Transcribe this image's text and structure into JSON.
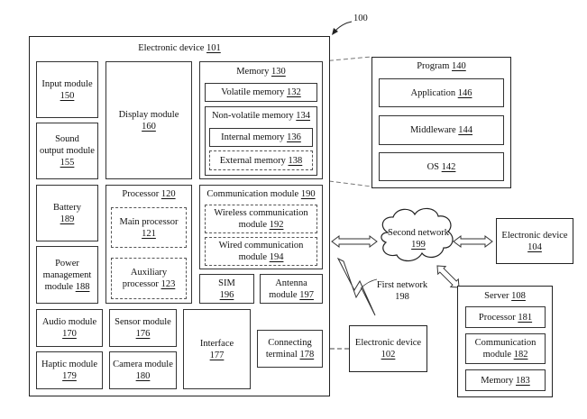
{
  "figure_ref": "100",
  "device": {
    "name": "Electronic device",
    "num": "101",
    "input": {
      "name": "Input module",
      "num": "150"
    },
    "sound": {
      "name1": "Sound",
      "name2": "output module",
      "num": "155"
    },
    "display": {
      "name": "Display module",
      "num": "160"
    },
    "memory": {
      "name": "Memory",
      "num": "130",
      "volatile": {
        "name": "Volatile memory",
        "num": "132"
      },
      "nonvolatile": {
        "name": "Non-volatile memory",
        "num": "134"
      },
      "internal": {
        "name": "Internal memory",
        "num": "136"
      },
      "external": {
        "name": "External memory",
        "num": "138"
      }
    },
    "battery": {
      "name": "Battery",
      "num": "189"
    },
    "power": {
      "name1": "Power",
      "name2": "management",
      "name3": "module",
      "num": "188"
    },
    "processor": {
      "name": "Processor",
      "num": "120",
      "main": {
        "name": "Main processor",
        "num": "121"
      },
      "aux": {
        "name1": "Auxiliary",
        "name2": "processor",
        "num": "123"
      }
    },
    "comm": {
      "name": "Communication module",
      "num": "190",
      "wireless": {
        "name1": "Wireless communication",
        "name2": "module",
        "num": "192"
      },
      "wired": {
        "name1": "Wired communication",
        "name2": "module",
        "num": "194"
      }
    },
    "sim": {
      "name": "SIM",
      "num": "196"
    },
    "antenna": {
      "name1": "Antenna",
      "name2": "module",
      "num": "197"
    },
    "audio": {
      "name": "Audio module",
      "num": "170"
    },
    "sensor": {
      "name": "Sensor module",
      "num": "176"
    },
    "haptic": {
      "name": "Haptic module",
      "num": "179"
    },
    "camera": {
      "name": "Camera module",
      "num": "180"
    },
    "interface": {
      "name": "Interface",
      "num": "177"
    },
    "connecting": {
      "name1": "Connecting",
      "name2": "terminal",
      "num": "178"
    }
  },
  "program": {
    "name": "Program",
    "num": "140",
    "application": {
      "name": "Application",
      "num": "146"
    },
    "middleware": {
      "name": "Middleware",
      "num": "144"
    },
    "os": {
      "name": "OS",
      "num": "142"
    }
  },
  "second_network": {
    "name": "Second network",
    "num": "199"
  },
  "first_network": {
    "name": "First network",
    "num": "198"
  },
  "device104": {
    "name": "Electronic device",
    "num": "104"
  },
  "device102": {
    "name": "Electronic device",
    "num": "102"
  },
  "server": {
    "name": "Server",
    "num": "108",
    "processor": {
      "name": "Processor",
      "num": "181"
    },
    "comm": {
      "name1": "Communication",
      "name2": "module",
      "num": "182"
    },
    "memory": {
      "name": "Memory",
      "num": "183"
    }
  }
}
